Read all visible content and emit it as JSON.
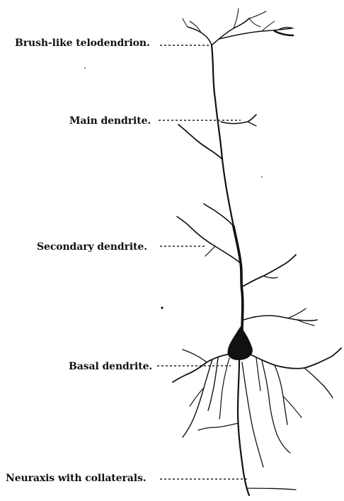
{
  "labels": {
    "telodendrion": "Brush-like telodendrion.",
    "main_dendrite": "Main dendrite.",
    "secondary_dendrite": "Secondary dendrite.",
    "basal_dendrite": "Basal dendrite.",
    "neuraxis": "Neuraxis with collaterals."
  },
  "colors": {
    "ink": "#111111",
    "background": "#ffffff"
  }
}
